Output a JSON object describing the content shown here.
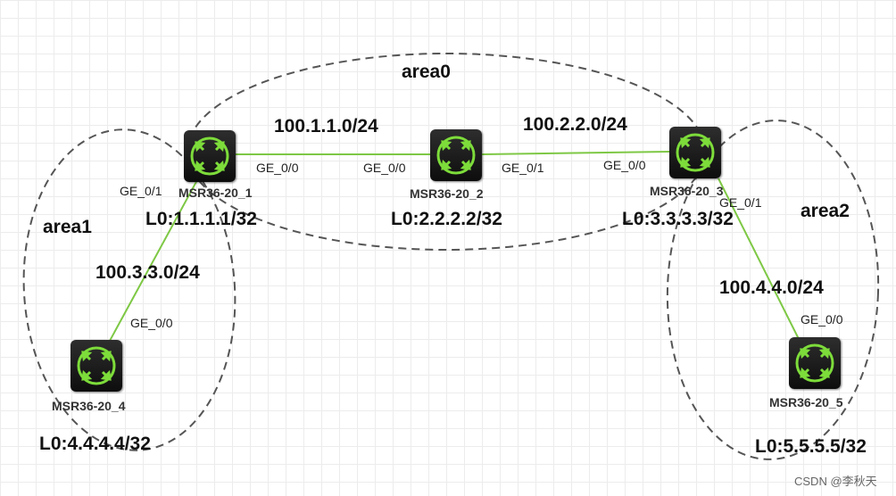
{
  "areas": {
    "area0": "area0",
    "area1": "area1",
    "area2": "area2"
  },
  "routers": {
    "r1": {
      "name": "MSR36-20_1",
      "loopback": "L0:1.1.1.1/32"
    },
    "r2": {
      "name": "MSR36-20_2",
      "loopback": "L0:2.2.2.2/32"
    },
    "r3": {
      "name": "MSR36-20_3",
      "loopback": "L0:3.3.3.3/32"
    },
    "r4": {
      "name": "MSR36-20_4",
      "loopback": "L0:4.4.4.4/32"
    },
    "r5": {
      "name": "MSR36-20_5",
      "loopback": "L0:5.5.5.5/32"
    }
  },
  "links": {
    "r1_r2": {
      "network": "100.1.1.0/24",
      "port_a": "GE_0/0",
      "port_b": "GE_0/0"
    },
    "r2_r3": {
      "network": "100.2.2.0/24",
      "port_a": "GE_0/1",
      "port_b": "GE_0/0"
    },
    "r1_r4": {
      "network": "100.3.3.0/24",
      "port_a": "GE_0/1",
      "port_b": "GE_0/0"
    },
    "r3_r5": {
      "network": "100.4.4.0/24",
      "port_a": "GE_0/1",
      "port_b": "GE_0/0"
    }
  },
  "colors": {
    "link": "#7ec845",
    "router_body": "#111111",
    "router_icon": "#7ddc3a",
    "area_outline": "#555555"
  },
  "icons": {
    "router": "router-icon"
  },
  "watermark": "CSDN @李秋天"
}
